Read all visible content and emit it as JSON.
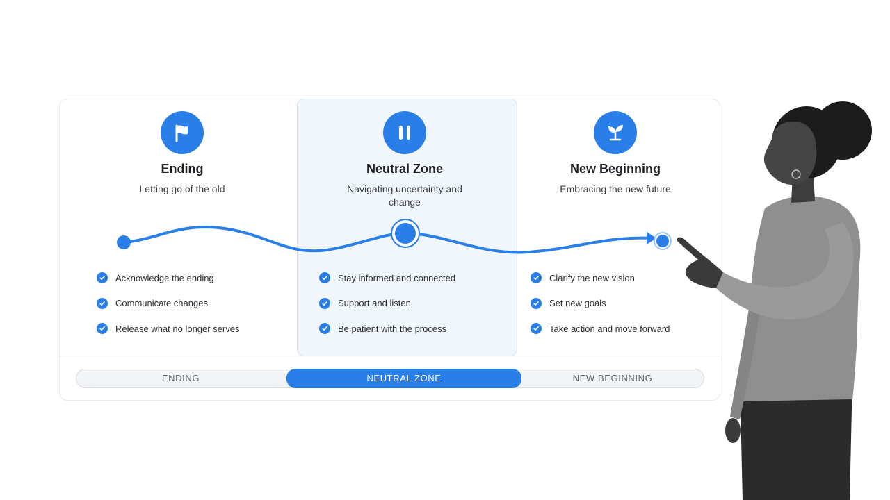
{
  "stages": [
    {
      "title": "Ending",
      "subtitle": "Letting go of the old",
      "icon": "flag-icon",
      "items": [
        "Acknowledge the ending",
        "Communicate changes",
        "Release what no longer serves"
      ]
    },
    {
      "title": "Neutral Zone",
      "subtitle": "Navigating uncertainty and change",
      "icon": "pause-icon",
      "items": [
        "Stay informed and connected",
        "Support and listen",
        "Be patient with the process"
      ]
    },
    {
      "title": "New Beginning",
      "subtitle": "Embracing the new future",
      "icon": "sprout-icon",
      "items": [
        "Clarify the new vision",
        "Set new goals",
        "Take action and move forward"
      ]
    }
  ],
  "tabs": {
    "items": [
      "ENDING",
      "NEUTRAL ZONE",
      "NEW BEGINNING"
    ],
    "active": "NEUTRAL ZONE"
  },
  "colors": {
    "accent": "#2a7ee8",
    "highlight_bg": "#f1f6fd",
    "text_primary": "#202124",
    "text_secondary": "#3c4043"
  }
}
